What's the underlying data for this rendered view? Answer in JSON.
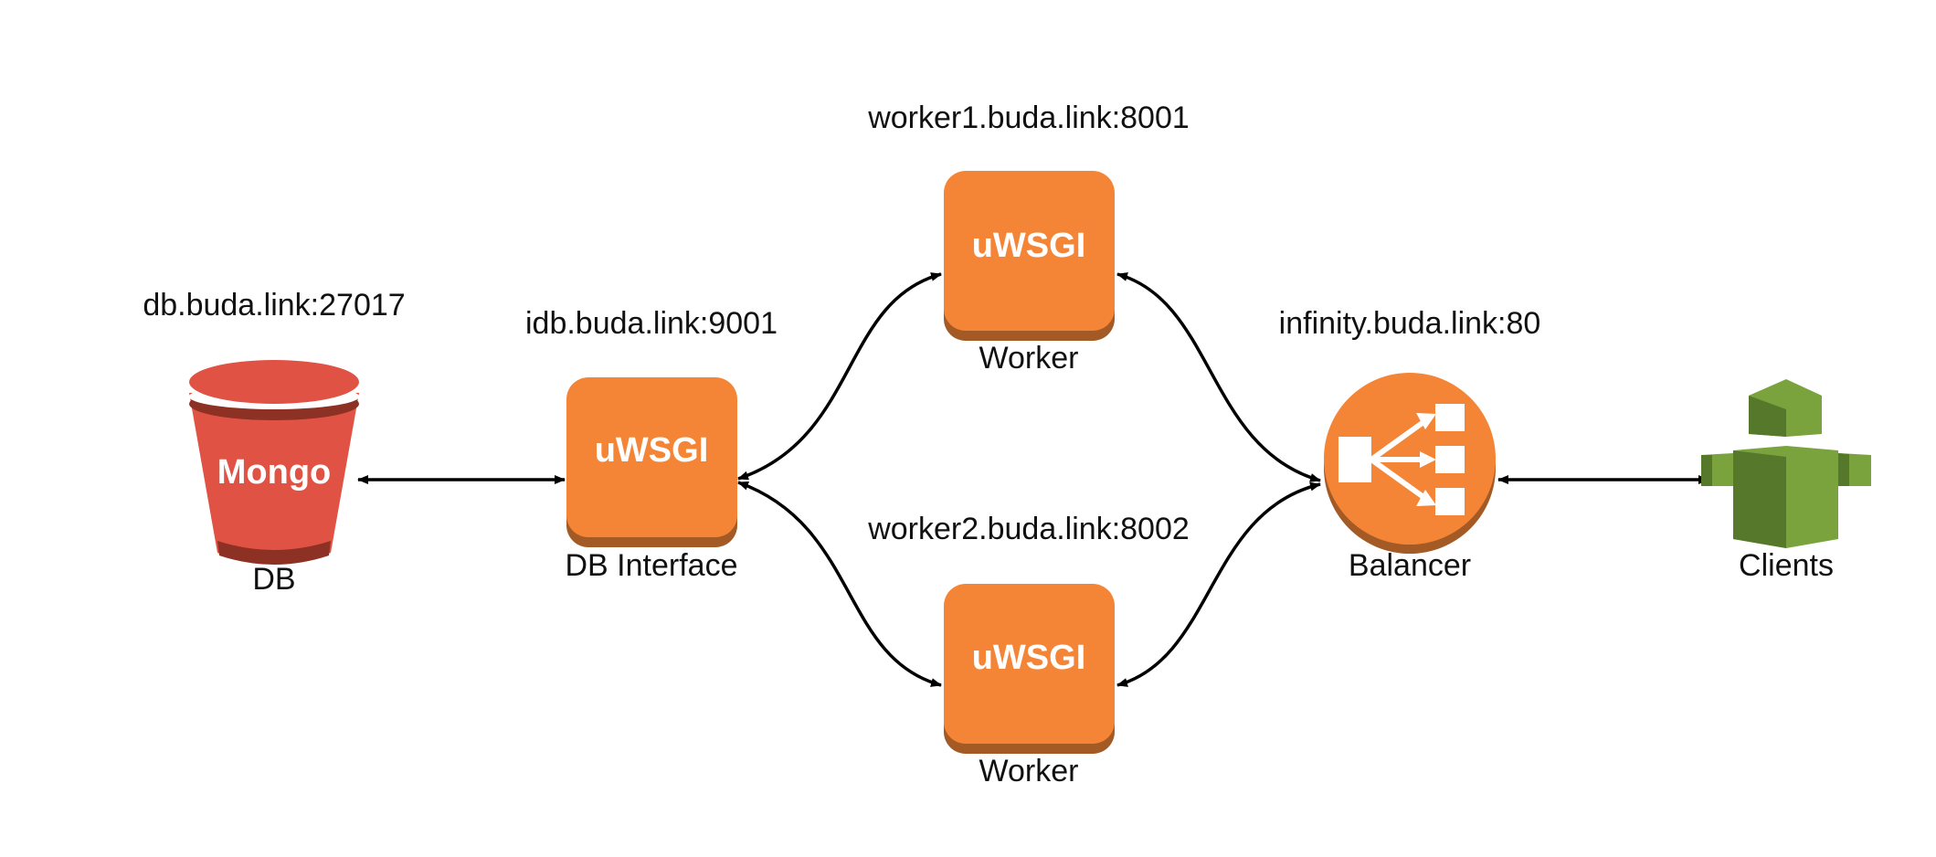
{
  "colors": {
    "server_orange": "#F58536",
    "server_orange_dark": "#A35A25",
    "db_red": "#E05243",
    "db_red_dark": "#8C3123",
    "client_green_light": "#7AA33E",
    "client_green_dark": "#56782A",
    "arrow": "#000000"
  },
  "nodes": {
    "db": {
      "host": "db.buda.link:27017",
      "label": "DB",
      "box_text": "Mongo",
      "icon": "bucket-icon"
    },
    "db_interface": {
      "host": "idb.buda.link:9001",
      "label": "DB Interface",
      "box_text": "uWSGI",
      "icon": "server-icon"
    },
    "worker1": {
      "host": "worker1.buda.link:8001",
      "label": "Worker",
      "box_text": "uWSGI",
      "icon": "server-icon"
    },
    "worker2": {
      "host": "worker2.buda.link:8002",
      "label": "Worker",
      "box_text": "uWSGI",
      "icon": "server-icon"
    },
    "balancer": {
      "host": "infinity.buda.link:80",
      "label": "Balancer",
      "icon": "load-balancer-icon"
    },
    "clients": {
      "label": "Clients",
      "icon": "clients-icon"
    }
  },
  "edges": [
    {
      "from": "db",
      "to": "db_interface",
      "direction": "both"
    },
    {
      "from": "db_interface",
      "to": "worker1",
      "direction": "both"
    },
    {
      "from": "db_interface",
      "to": "worker2",
      "direction": "both"
    },
    {
      "from": "worker1",
      "to": "balancer",
      "direction": "both"
    },
    {
      "from": "worker2",
      "to": "balancer",
      "direction": "both"
    },
    {
      "from": "balancer",
      "to": "clients",
      "direction": "both"
    }
  ]
}
